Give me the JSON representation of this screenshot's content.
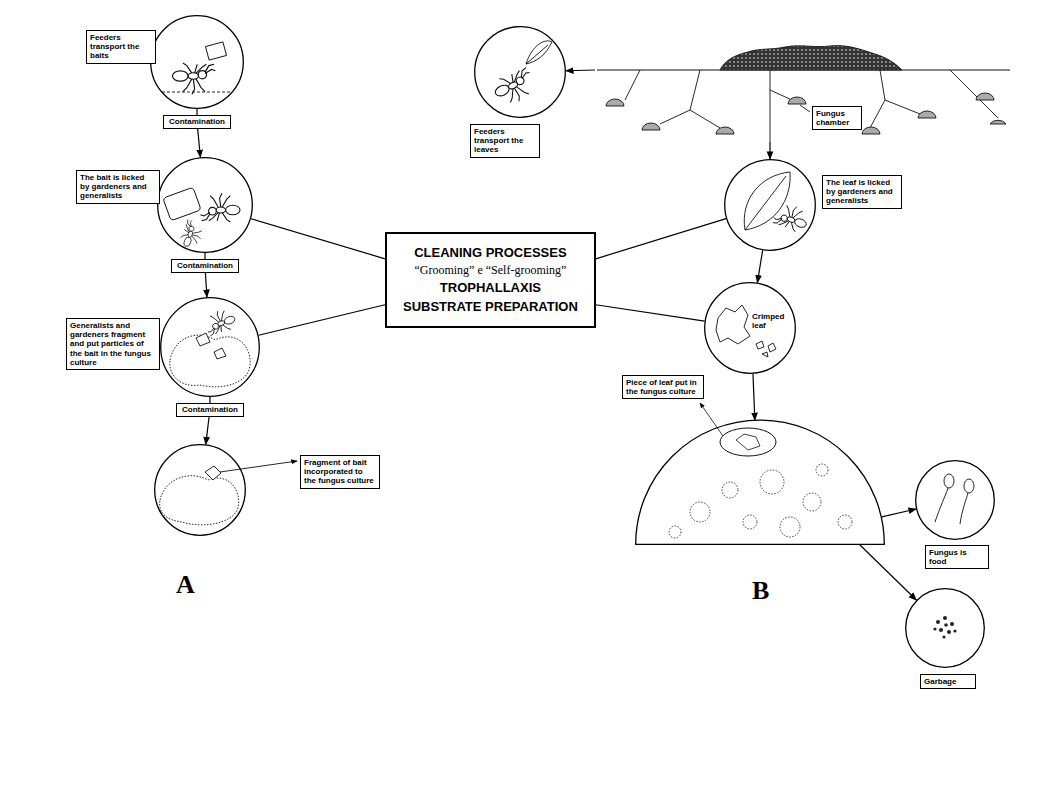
{
  "diagram": {
    "nodes": [
      {
        "text": [
          "Feeders transport the baits"
        ]
      },
      {
        "text": [
          "Contamination"
        ]
      },
      {
        "text": [
          "The bait is licked by gardeners and generalists"
        ]
      },
      {
        "text": [
          "Contamination"
        ]
      },
      {
        "text": [
          "Generalists and gardeners fragment and put particles of the bait in the fungus culture"
        ]
      },
      {
        "text": [
          "Contamination"
        ]
      },
      {
        "text": [
          "Fragment of bait incorporated to the fungus culture"
        ]
      },
      {
        "text": [
          "CLEANING PROCESSES",
          "“Grooming” e “Self-grooming”",
          "TROPHALLAXIS",
          "SUBSTRATE PREPARATION"
        ]
      },
      {
        "text": [
          "Feeders transport the leaves"
        ]
      },
      {
        "text": [
          "Fungus chamber"
        ]
      },
      {
        "text": [
          "The leaf is licked by gardeners and generalists"
        ]
      },
      {
        "text": [
          "Crimped leaf"
        ]
      },
      {
        "text": [
          "Piece of leaf put in the fungus culture"
        ]
      },
      {
        "text": [
          "Fungus is food"
        ]
      },
      {
        "text": [
          "Garbage"
        ]
      }
    ],
    "edges": [
      {
        "from": 0,
        "to": 1,
        "arrow": "none"
      },
      {
        "from": 1,
        "to": 2,
        "arrow": "to"
      },
      {
        "from": 2,
        "to": 3,
        "arrow": "none"
      },
      {
        "from": 3,
        "to": 4,
        "arrow": "to"
      },
      {
        "from": 4,
        "to": 5,
        "arrow": "none"
      },
      {
        "from": 5,
        "to": 6,
        "arrow": "to"
      },
      {
        "from": 2,
        "to": 7,
        "arrow": "none"
      },
      {
        "from": 4,
        "to": 7,
        "arrow": "none"
      },
      {
        "from": 10,
        "to": 7,
        "arrow": "none"
      },
      {
        "from": 11,
        "to": 7,
        "arrow": "none"
      },
      {
        "from": 9,
        "to": 8,
        "arrow": "to"
      },
      {
        "from": 9,
        "to": 10,
        "arrow": "to"
      },
      {
        "from": 10,
        "to": 11,
        "arrow": "to"
      },
      {
        "from": 11,
        "to": 12,
        "arrow": "to"
      },
      {
        "from": 12,
        "to": 13,
        "arrow": "to"
      },
      {
        "from": 12,
        "to": 14,
        "arrow": "to"
      }
    ],
    "labels": [
      "A",
      "B"
    ]
  }
}
